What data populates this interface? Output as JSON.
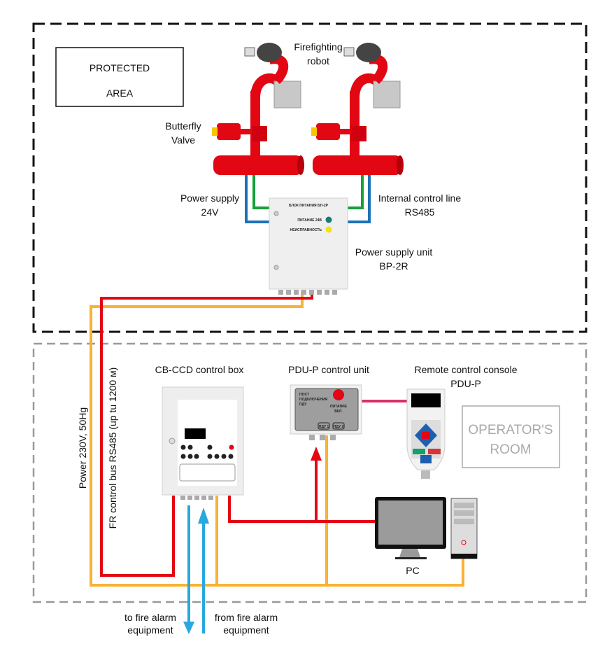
{
  "areas": {
    "protected_area": "PROTECTED\nAREA",
    "protected_line1": "PROTECTED",
    "protected_line2": "AREA",
    "operator_line1": "OPERATOR'S",
    "operator_line2": "ROOM"
  },
  "labels": {
    "robot_1": "Firefighting",
    "robot_2": "robot",
    "valve_1": "Butterfly",
    "valve_2": "Valve",
    "psu24_1": "Power supply",
    "psu24_2": "24V",
    "rs485_1": "Internal control line",
    "rs485_2": "RS485",
    "psu_1": "Power supply unit",
    "psu_2": "BP-2R",
    "cb": "CB-CCD control box",
    "pdu_unit": "PDU-P control unit",
    "console_1": "Remote control console",
    "console_2": "PDU-P",
    "pc": "PC",
    "power": "Power 230V, 50Hg",
    "bus": "FR control bus RS485 (up tu 1200 м)",
    "to_alarm_1": "to fire alarm",
    "to_alarm_2": "equipment",
    "from_alarm_1": "from fire alarm",
    "from_alarm_2": "equipment"
  },
  "devices": {
    "psu_title": "БЛОК ПИТАНИЯ БП-2Р",
    "psu_power": "ПИТАНИЕ 24В",
    "psu_fault": "НЕИСПРАВНОСТЬ",
    "pdu_title_1": "ПОСТ",
    "pdu_title_2": "ПОДКЛЮЧЕНИЯ",
    "pdu_title_3": "ПДУ",
    "pdu_power_1": "ПИТАНИЕ",
    "pdu_power_2": "ВКЛ.",
    "pdu_btn1": "ПДУ 1",
    "pdu_btn2": "ПДУ 2"
  },
  "colors": {
    "power_line": "#f9b233",
    "bus_line": "#e30613",
    "signal_line": "#29a8e0",
    "control_green": "#16a03a",
    "control_blue": "#1d71b8",
    "console_link": "#d6336c",
    "robot_red": "#e30613"
  }
}
